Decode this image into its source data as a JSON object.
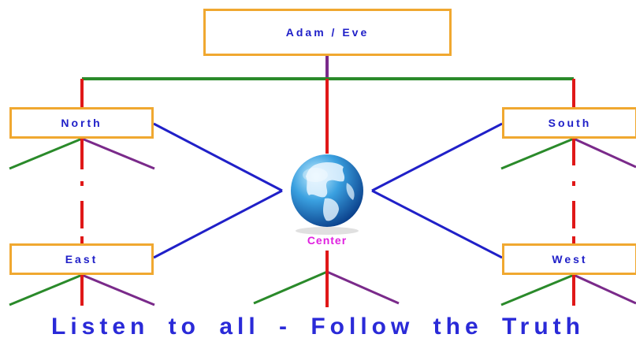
{
  "root": {
    "label": "Adam / Eve"
  },
  "nodes": {
    "north": "North",
    "south": "South",
    "east": "East",
    "west": "West",
    "center": "Center"
  },
  "motto": "Listen to all - Follow the Truth",
  "colors": {
    "box_border": "#f0a830",
    "box_text": "#2020c8",
    "red_line": "#e01818",
    "green_line": "#2a8a2a",
    "purple_line": "#7a2a8a",
    "blue_line": "#2020c8",
    "center_label": "#e020e0",
    "motto": "#2a2ad8"
  },
  "icons": {
    "globe": "earth-globe-icon"
  }
}
